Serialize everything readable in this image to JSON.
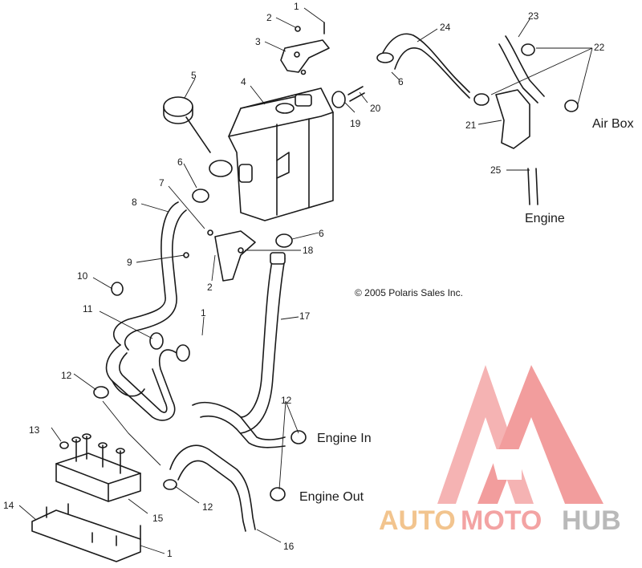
{
  "diagram": {
    "callouts": [
      "1",
      "2",
      "3",
      "4",
      "5",
      "6",
      "7",
      "8",
      "9",
      "10",
      "11",
      "12",
      "13",
      "14",
      "15",
      "16",
      "17",
      "18",
      "19",
      "20",
      "21",
      "22",
      "23",
      "24",
      "25"
    ],
    "labels": {
      "air_box": "Air Box",
      "engine": "Engine",
      "engine_in": "Engine In",
      "engine_out": "Engine Out"
    },
    "copyright": "© 2005 Polaris Sales Inc."
  },
  "watermark": {
    "part1": "AUTO",
    "part2": "MOTO",
    "part3": "HUB",
    "colors": {
      "auto": "#f2c48e",
      "moto": "#f3a3a3",
      "hub": "#b9b9b9",
      "logo": "#f08080"
    }
  }
}
